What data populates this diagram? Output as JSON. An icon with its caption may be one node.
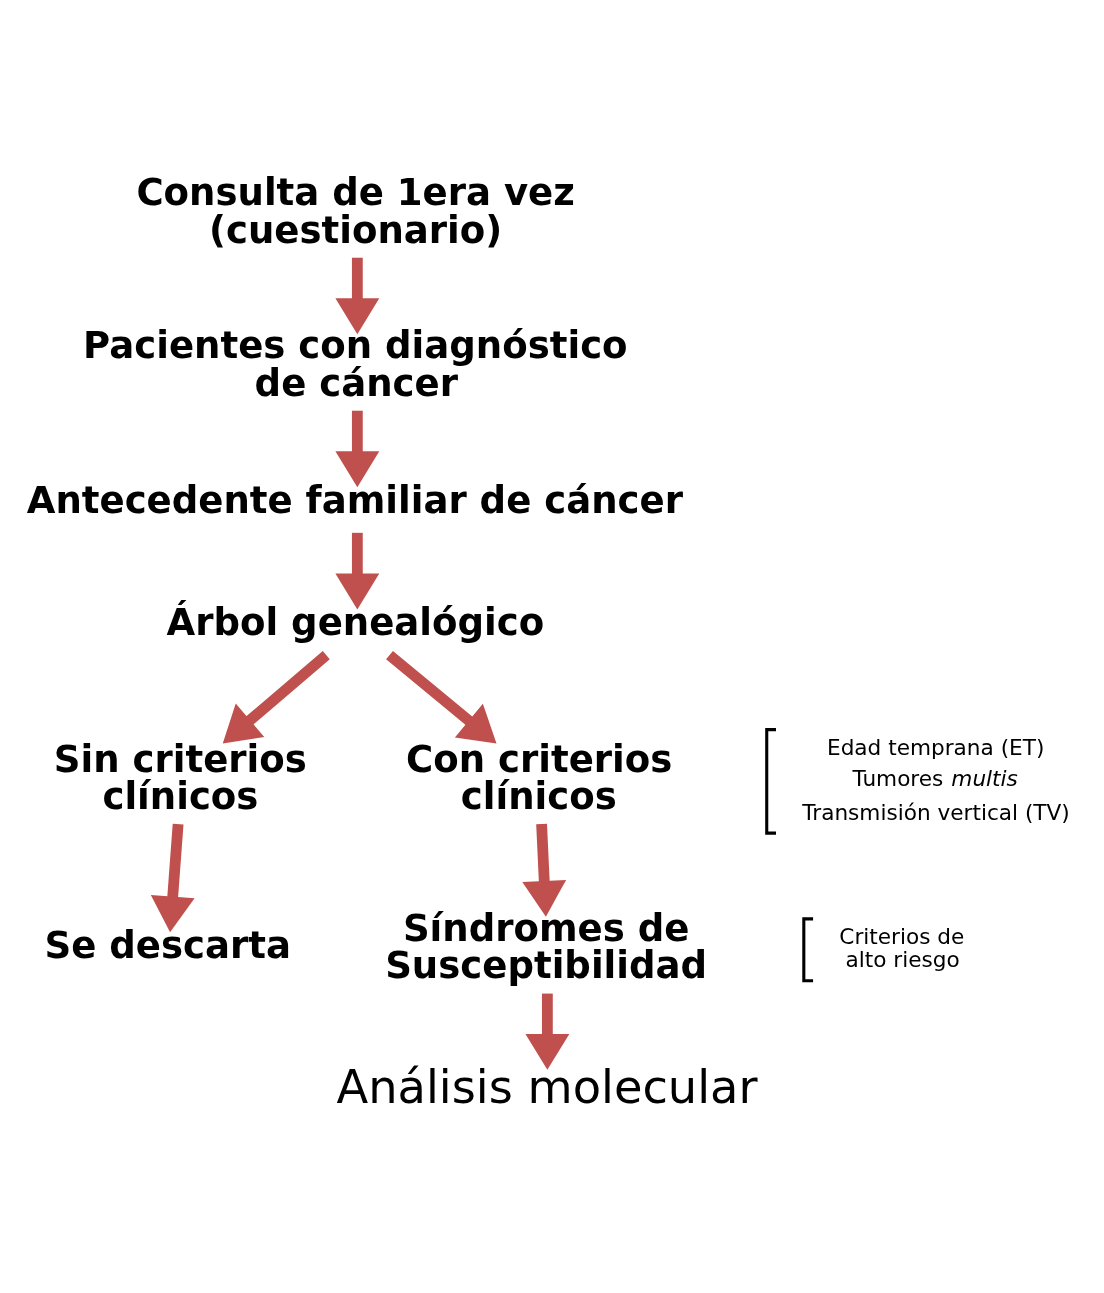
{
  "diagram": {
    "nodes": [
      {
        "text": [
          "Consulta de 1era vez (cuestionario)"
        ]
      },
      {
        "text": [
          "Pacientes con diagnóstico de cáncer"
        ]
      },
      {
        "text": [
          "Antecedente familiar de cáncer"
        ]
      },
      {
        "text": [
          "Árbol genealógico"
        ]
      },
      {
        "text": [
          "Sin criterios clínicos"
        ]
      },
      {
        "text": [
          "Con criterios clínicos"
        ]
      },
      {
        "text": [
          "Se descarta"
        ]
      },
      {
        "text": [
          "Síndromes de Susceptibilidad"
        ]
      },
      {
        "text": [
          "Análisis molecular"
        ]
      }
    ],
    "edges": [
      {
        "from": 0,
        "to": 1,
        "arrow": "to"
      },
      {
        "from": 1,
        "to": 2,
        "arrow": "to"
      },
      {
        "from": 2,
        "to": 3,
        "arrow": "to"
      },
      {
        "from": 3,
        "to": 4,
        "arrow": "to"
      },
      {
        "from": 3,
        "to": 5,
        "arrow": "to"
      },
      {
        "from": 4,
        "to": 6,
        "arrow": "to"
      },
      {
        "from": 5,
        "to": 7,
        "arrow": "to"
      },
      {
        "from": 7,
        "to": 8,
        "arrow": "to"
      }
    ],
    "labels": [
      "Edad temprana (ET)",
      "Tumores *multis*",
      "Transmisión vertical (TV)",
      "Criterios de alto riesgo"
    ]
  }
}
